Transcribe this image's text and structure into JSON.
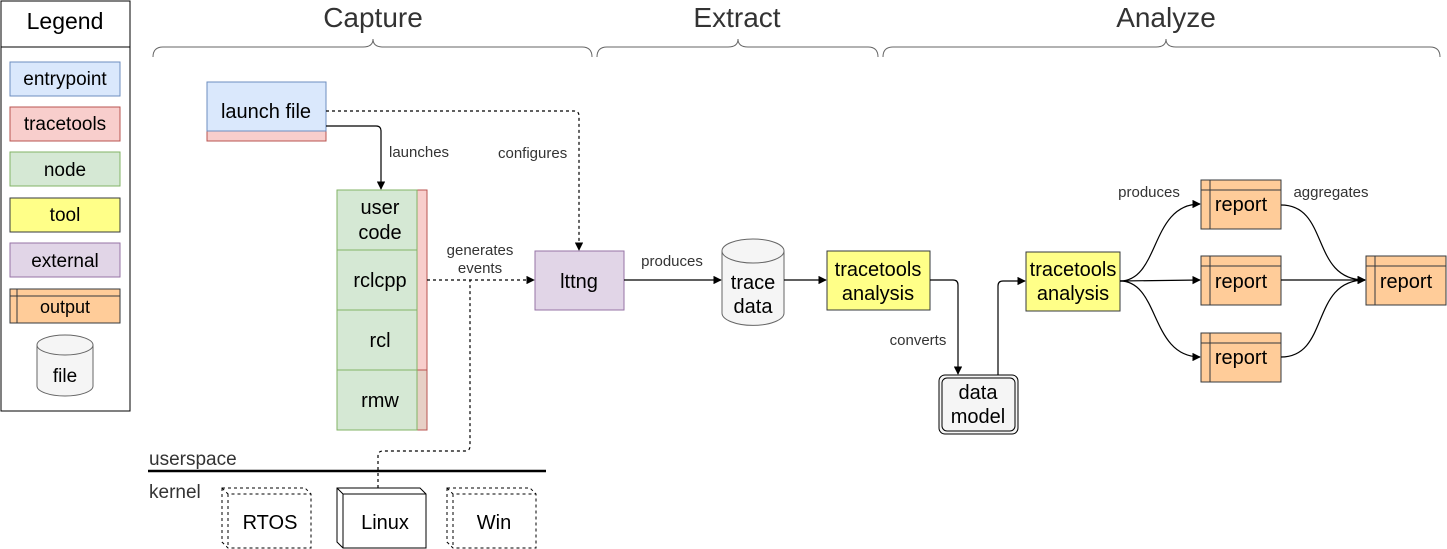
{
  "headers": {
    "capture": "Capture",
    "extract": "Extract",
    "analyze": "Analyze"
  },
  "legend": {
    "title": "Legend",
    "entrypoint": "entrypoint",
    "tracetools": "tracetools",
    "node": "node",
    "tool": "tool",
    "external": "external",
    "output": "output",
    "file": "file"
  },
  "nodes": {
    "launch_file": "launch file",
    "user_code_1": "user",
    "user_code_2": "code",
    "rclcpp": "rclcpp",
    "rcl": "rcl",
    "rmw": "rmw",
    "lttng": "lttng",
    "trace_data_1": "trace",
    "trace_data_2": "data",
    "analysis1_1": "tracetools",
    "analysis1_2": "analysis",
    "data_model_1": "data",
    "data_model_2": "model",
    "analysis2_1": "tracetools",
    "analysis2_2": "analysis",
    "report_top": "report",
    "report_mid": "report",
    "report_bot": "report",
    "report_final": "report",
    "rtos": "RTOS",
    "linux": "Linux",
    "win": "Win"
  },
  "edges": {
    "launches": "launches",
    "configures": "configures",
    "generates_1": "generates",
    "generates_2": "events",
    "produces_trace": "produces",
    "converts": "converts",
    "produces_reports": "produces",
    "aggregates": "aggregates"
  },
  "sections": {
    "userspace": "userspace",
    "kernel": "kernel"
  },
  "colors": {
    "entrypoint_fill": "#dae8fc",
    "entrypoint_stroke": "#6c8ebf",
    "tracetools_fill": "#f8cecc",
    "tracetools_stroke": "#b85450",
    "node_fill": "#d5e8d4",
    "node_stroke": "#82b366",
    "tool_fill": "#ffff88",
    "tool_stroke": "#36393d",
    "external_fill": "#e1d5e7",
    "external_stroke": "#9673a6",
    "output_fill": "#ffcc99",
    "output_stroke": "#36393d",
    "file_fill": "#f5f5f5",
    "file_stroke": "#666666"
  }
}
